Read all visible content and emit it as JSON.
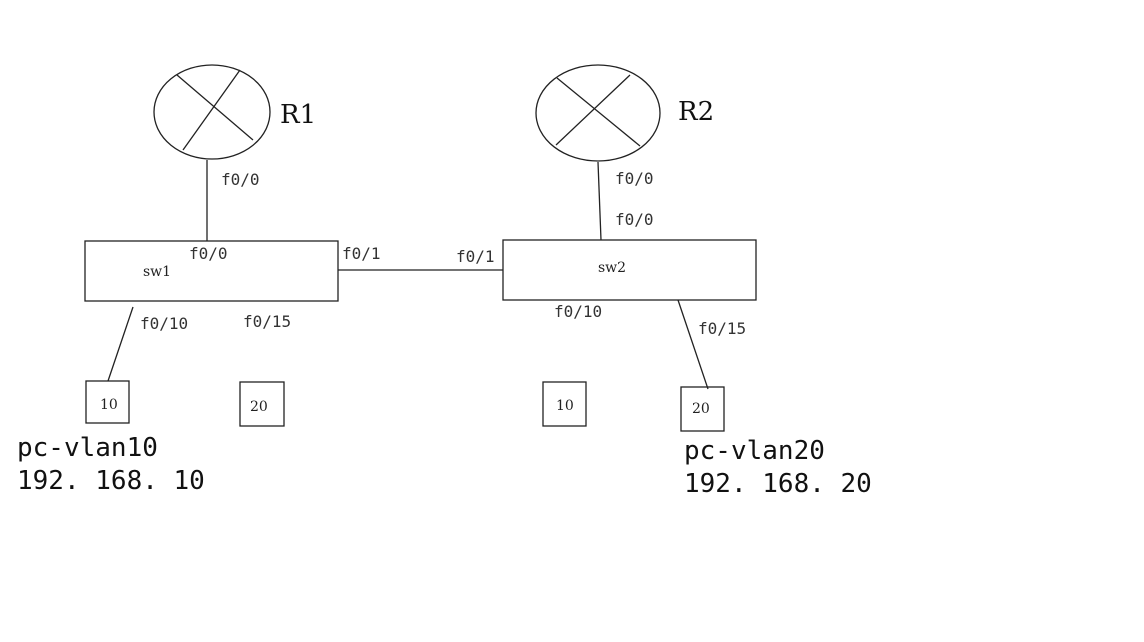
{
  "routers": {
    "r1": {
      "name": "R1"
    },
    "r2": {
      "name": "R2"
    }
  },
  "switches": {
    "sw1": {
      "name": "sw1"
    },
    "sw2": {
      "name": "sw2"
    }
  },
  "ports": {
    "r1_f00": "f0/0",
    "sw1_f00": "f0/0",
    "sw1_f01": "f0/1",
    "sw1_f010": "f0/10",
    "sw1_f015": "f0/15",
    "r2_f00": "f0/0",
    "sw2_f00": "f0/0",
    "sw2_f01": "f0/1",
    "sw2_f010": "f0/10",
    "sw2_f015": "f0/15"
  },
  "pcs": {
    "sw1_pc10": "10",
    "sw1_pc20": "20",
    "sw2_pc10": "10",
    "sw2_pc20": "20"
  },
  "captions": {
    "left_name": "pc-vlan10",
    "left_net": "192. 168. 10",
    "right_name": "pc-vlan20",
    "right_net": "192. 168. 20"
  }
}
